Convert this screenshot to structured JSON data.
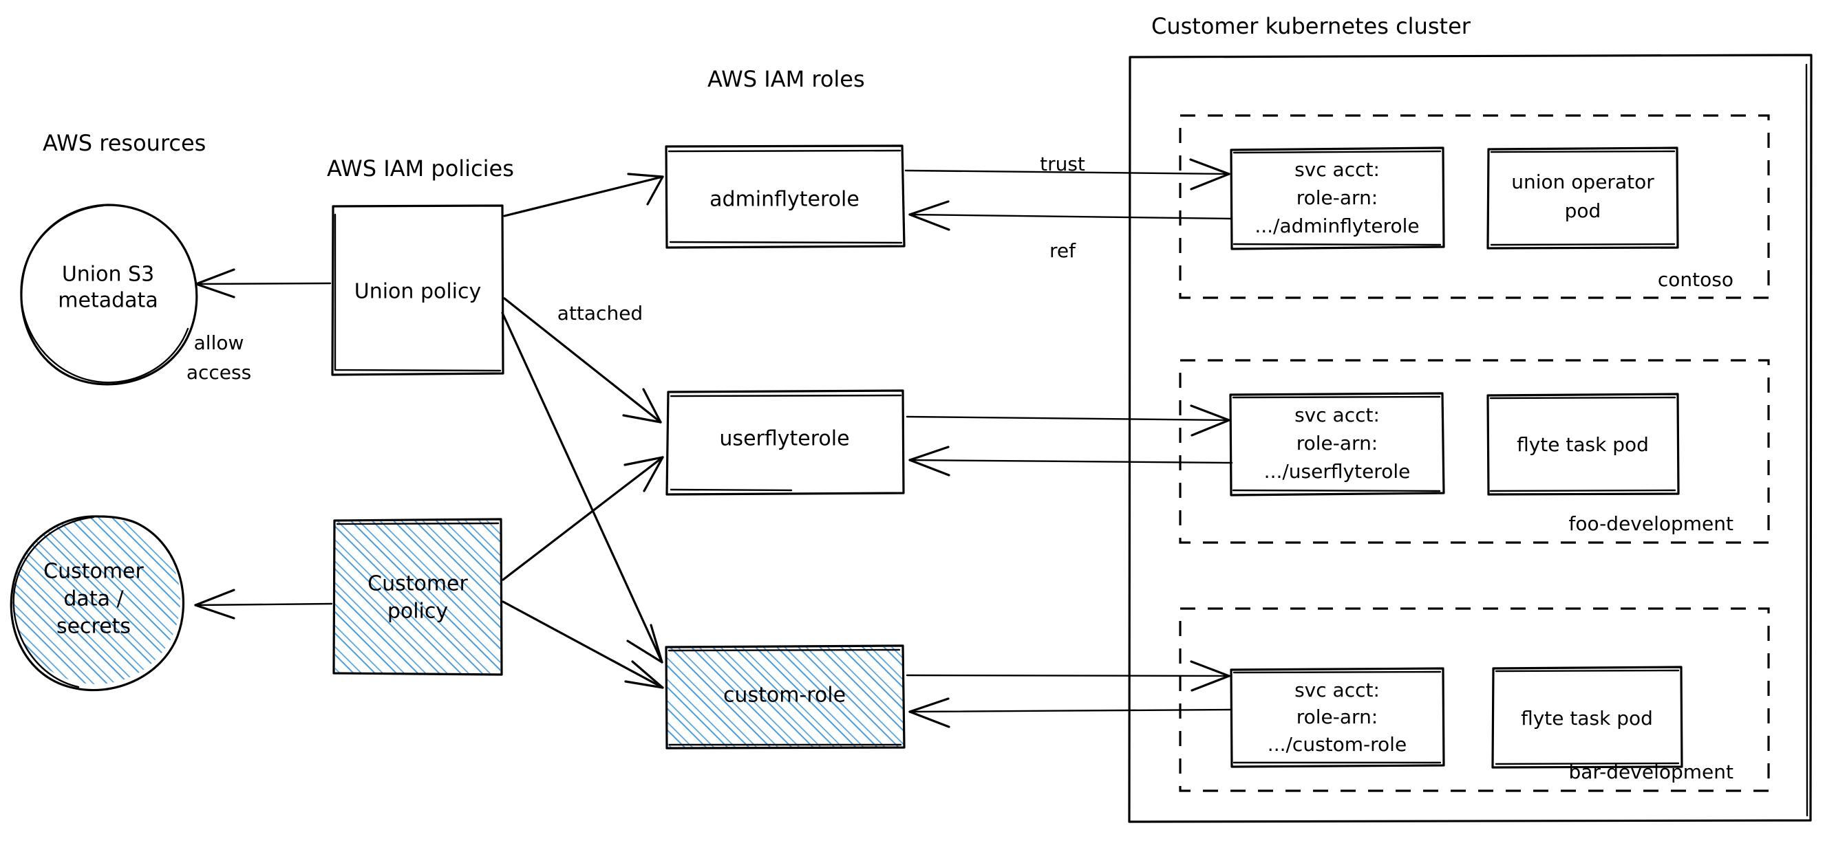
{
  "diagram": {
    "title_aws_resources": "AWS resources",
    "title_aws_iam_policies": "AWS IAM policies",
    "title_aws_iam_roles": "AWS IAM roles",
    "title_cluster": "Customer kubernetes cluster"
  },
  "colors": {
    "stroke": "#000000",
    "hatch": "#4a9cdb",
    "background": "#ffffff"
  },
  "aws_resources": [
    {
      "id": "union-s3",
      "shape": "circle",
      "filled": false,
      "lines": [
        "Union S3",
        "metadata"
      ]
    },
    {
      "id": "customer-data",
      "shape": "circle",
      "filled": true,
      "lines": [
        "Customer",
        "data /",
        "secrets"
      ]
    }
  ],
  "aws_iam_policies": [
    {
      "id": "union-policy",
      "shape": "rect",
      "filled": false,
      "lines": [
        "Union policy"
      ]
    },
    {
      "id": "customer-policy",
      "shape": "rect",
      "filled": true,
      "lines": [
        "Customer",
        "policy"
      ]
    }
  ],
  "aws_iam_roles": [
    {
      "id": "adminflyterole",
      "shape": "rect",
      "filled": false,
      "label": "adminflyterole"
    },
    {
      "id": "userflyterole",
      "shape": "rect",
      "filled": false,
      "label": "userflyterole"
    },
    {
      "id": "custom-role",
      "shape": "rect",
      "filled": true,
      "label": "custom-role"
    }
  ],
  "edge_labels": {
    "allow_access": [
      "allow",
      "access"
    ],
    "attached": "attached",
    "trust": "trust",
    "ref": "ref"
  },
  "namespaces": [
    {
      "id": "contoso",
      "name": "contoso",
      "svc_acct": {
        "lines": [
          "svc acct:",
          "role-arn:",
          ".../adminflyterole"
        ]
      },
      "pod": {
        "lines": [
          "union operator",
          "pod"
        ]
      }
    },
    {
      "id": "foo-development",
      "name": "foo-development",
      "svc_acct": {
        "lines": [
          "svc acct:",
          "role-arn:",
          ".../userflyterole"
        ]
      },
      "pod": {
        "lines": [
          "flyte task pod"
        ]
      }
    },
    {
      "id": "bar-development",
      "name": "bar-development",
      "svc_acct": {
        "lines": [
          "svc acct:",
          "role-arn:",
          ".../custom-role"
        ]
      },
      "pod": {
        "lines": [
          "flyte task pod"
        ]
      }
    }
  ]
}
